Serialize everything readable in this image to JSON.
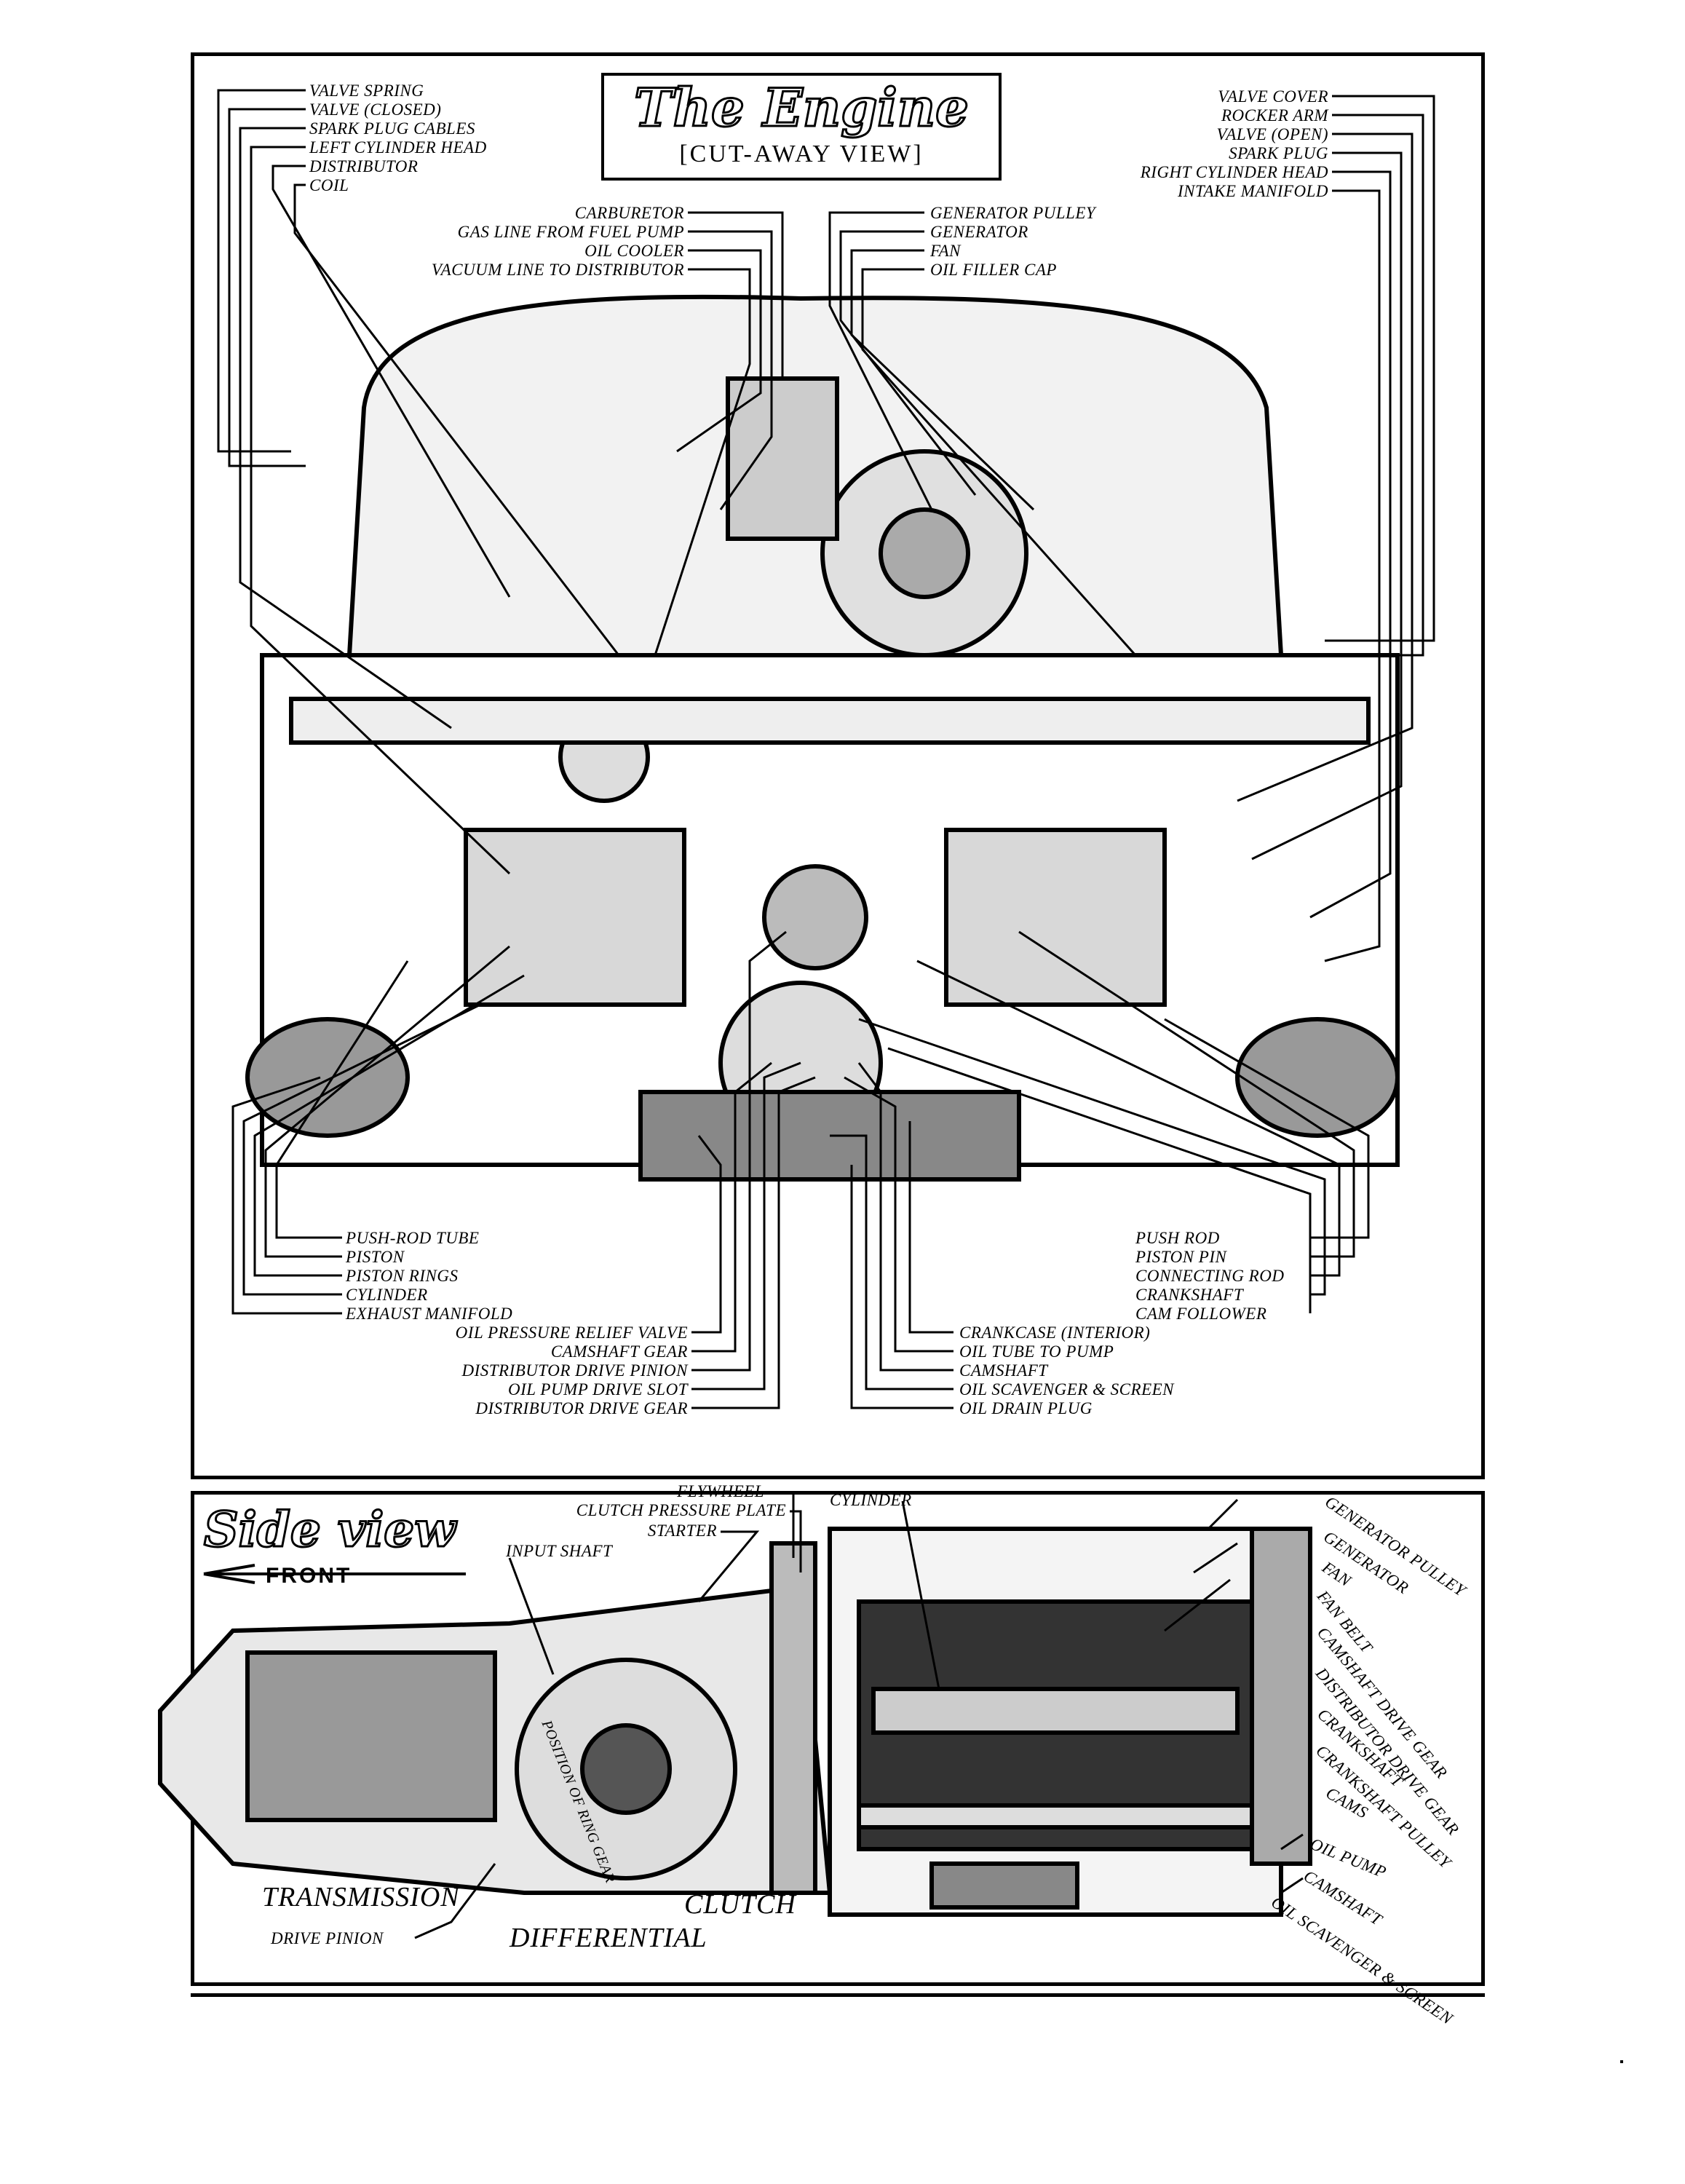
{
  "title": {
    "main": "The Engine",
    "sub": "[CUT-AWAY VIEW]"
  },
  "top_left_labels": [
    "VALVE SPRING",
    "VALVE (CLOSED)",
    "SPARK PLUG CABLES",
    "LEFT CYLINDER HEAD",
    "DISTRIBUTOR",
    "COIL"
  ],
  "top_center_left_labels": [
    "CARBURETOR",
    "GAS LINE FROM FUEL PUMP",
    "OIL COOLER",
    "VACUUM LINE TO DISTRIBUTOR"
  ],
  "top_center_right_labels": [
    "GENERATOR PULLEY",
    "GENERATOR",
    "FAN",
    "OIL FILLER CAP"
  ],
  "top_right_labels": [
    "VALVE COVER",
    "ROCKER ARM",
    "VALVE (OPEN)",
    "SPARK PLUG",
    "RIGHT CYLINDER HEAD",
    "INTAKE MANIFOLD"
  ],
  "bottom_left_labels": [
    "PUSH-ROD TUBE",
    "PISTON",
    "PISTON RINGS",
    "CYLINDER",
    "EXHAUST MANIFOLD"
  ],
  "bottom_right_labels": [
    "PUSH ROD",
    "PISTON PIN",
    "CONNECTING ROD",
    "CRANKSHAFT",
    "CAM FOLLOWER"
  ],
  "bottom_center_left_labels": [
    "OIL PRESSURE RELIEF VALVE",
    "CAMSHAFT GEAR",
    "DISTRIBUTOR DRIVE PINION",
    "OIL PUMP DRIVE SLOT",
    "DISTRIBUTOR DRIVE GEAR"
  ],
  "bottom_center_right_labels": [
    "CRANKCASE (INTERIOR)",
    "OIL TUBE TO PUMP",
    "CAMSHAFT",
    "OIL SCAVENGER & SCREEN",
    "OIL DRAIN PLUG"
  ],
  "side_view": {
    "title": "Side view",
    "front": "FRONT",
    "top_labels": [
      "FLYWHEEL",
      "CLUTCH PRESSURE PLATE",
      "STARTER",
      "INPUT SHAFT",
      "CYLINDER"
    ],
    "ring_gear": "POSITION OF RING GEAR",
    "transmission": "TRANSMISSION",
    "drive_pinion": "DRIVE PINION",
    "differential": "DIFFERENTIAL",
    "clutch": "CLUTCH",
    "right_labels": [
      "GENERATOR PULLEY",
      "GENERATOR",
      "FAN",
      "FAN BELT",
      "CAMSHAFT DRIVE GEAR",
      "DISTRIBUTOR DRIVE GEAR",
      "CRANKSHAFT",
      "CRANKSHAFT PULLEY",
      "CAMS",
      "OIL PUMP",
      "CAMSHAFT",
      "OIL SCAVENGER & SCREEN"
    ]
  }
}
